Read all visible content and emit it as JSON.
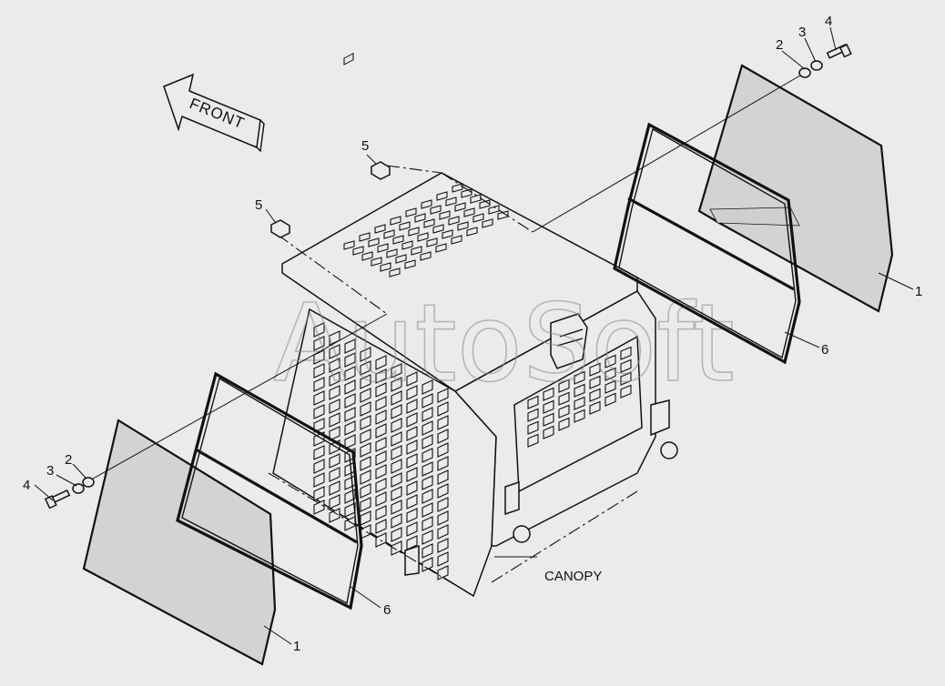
{
  "front_arrow_text": "FRONT",
  "assembly_label": "CANOPY",
  "watermark": "AutoSoft",
  "callouts": {
    "right_panel": "1",
    "left_panel": "1",
    "right_washer_2": "2",
    "right_washer_3": "3",
    "right_bolt": "4",
    "left_washer_2": "2",
    "left_washer_3": "3",
    "left_bolt": "4",
    "nut_upper": "5",
    "nut_lower": "5",
    "right_seal": "6",
    "left_seal": "6"
  },
  "icons": {
    "bolt": "bolt-icon",
    "washer": "washer-icon",
    "nut": "nut-icon",
    "arrow": "front-arrow-icon"
  }
}
